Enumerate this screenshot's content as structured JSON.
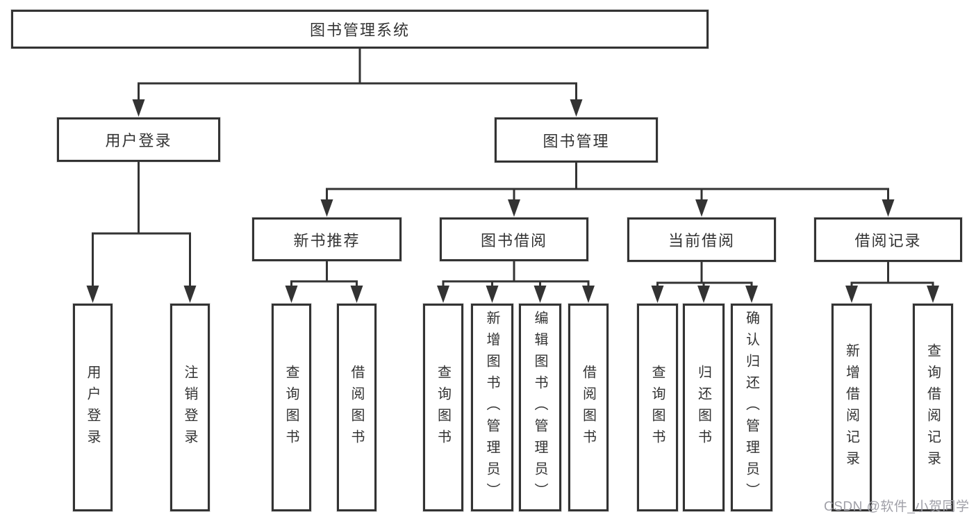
{
  "diagram": {
    "type": "tree",
    "title": "图书管理系统",
    "watermark": "CSDN @软件_小贺同学",
    "colors": {
      "line": "#333333",
      "box_border": "#333333",
      "text": "#333333",
      "background": "#ffffff",
      "watermark": "#a0a0a8"
    },
    "nodes": [
      {
        "id": "root",
        "label": "图书管理系统",
        "parent": null,
        "orientation": "horizontal"
      },
      {
        "id": "user-login",
        "label": "用户登录",
        "parent": "root",
        "orientation": "horizontal"
      },
      {
        "id": "book-management",
        "label": "图书管理",
        "parent": "root",
        "orientation": "horizontal"
      },
      {
        "id": "new-book-recommendation",
        "label": "新书推荐",
        "parent": "book-management",
        "orientation": "horizontal"
      },
      {
        "id": "book-borrowing",
        "label": "图书借阅",
        "parent": "book-management",
        "orientation": "horizontal"
      },
      {
        "id": "current-borrowing",
        "label": "当前借阅",
        "parent": "book-management",
        "orientation": "horizontal"
      },
      {
        "id": "borrowing-records",
        "label": "借阅记录",
        "parent": "book-management",
        "orientation": "horizontal"
      },
      {
        "id": "user-login-action",
        "label": "用户登录",
        "parent": "user-login",
        "orientation": "vertical"
      },
      {
        "id": "logout-action",
        "label": "注销登录",
        "parent": "user-login",
        "orientation": "vertical"
      },
      {
        "id": "query-books-recommend",
        "label": "查询图书",
        "parent": "new-book-recommendation",
        "orientation": "vertical"
      },
      {
        "id": "borrow-books-recommend",
        "label": "借阅图书",
        "parent": "new-book-recommendation",
        "orientation": "vertical"
      },
      {
        "id": "query-books-borrow",
        "label": "查询图书",
        "parent": "book-borrowing",
        "orientation": "vertical"
      },
      {
        "id": "add-books-admin",
        "label": "新增图书（管理员）",
        "parent": "book-borrowing",
        "orientation": "vertical"
      },
      {
        "id": "edit-books-admin",
        "label": "编辑图书（管理员）",
        "parent": "book-borrowing",
        "orientation": "vertical"
      },
      {
        "id": "borrow-books-borrow",
        "label": "借阅图书",
        "parent": "book-borrowing",
        "orientation": "vertical"
      },
      {
        "id": "query-books-current",
        "label": "查询图书",
        "parent": "current-borrowing",
        "orientation": "vertical"
      },
      {
        "id": "return-books",
        "label": "归还图书",
        "parent": "current-borrowing",
        "orientation": "vertical"
      },
      {
        "id": "confirm-return-admin",
        "label": "确认归还（管理员）",
        "parent": "current-borrowing",
        "orientation": "vertical"
      },
      {
        "id": "add-borrow-record",
        "label": "新增借阅记录",
        "parent": "borrowing-records",
        "orientation": "vertical"
      },
      {
        "id": "query-borrow-record",
        "label": "查询借阅记录",
        "parent": "borrowing-records",
        "orientation": "vertical"
      }
    ]
  }
}
